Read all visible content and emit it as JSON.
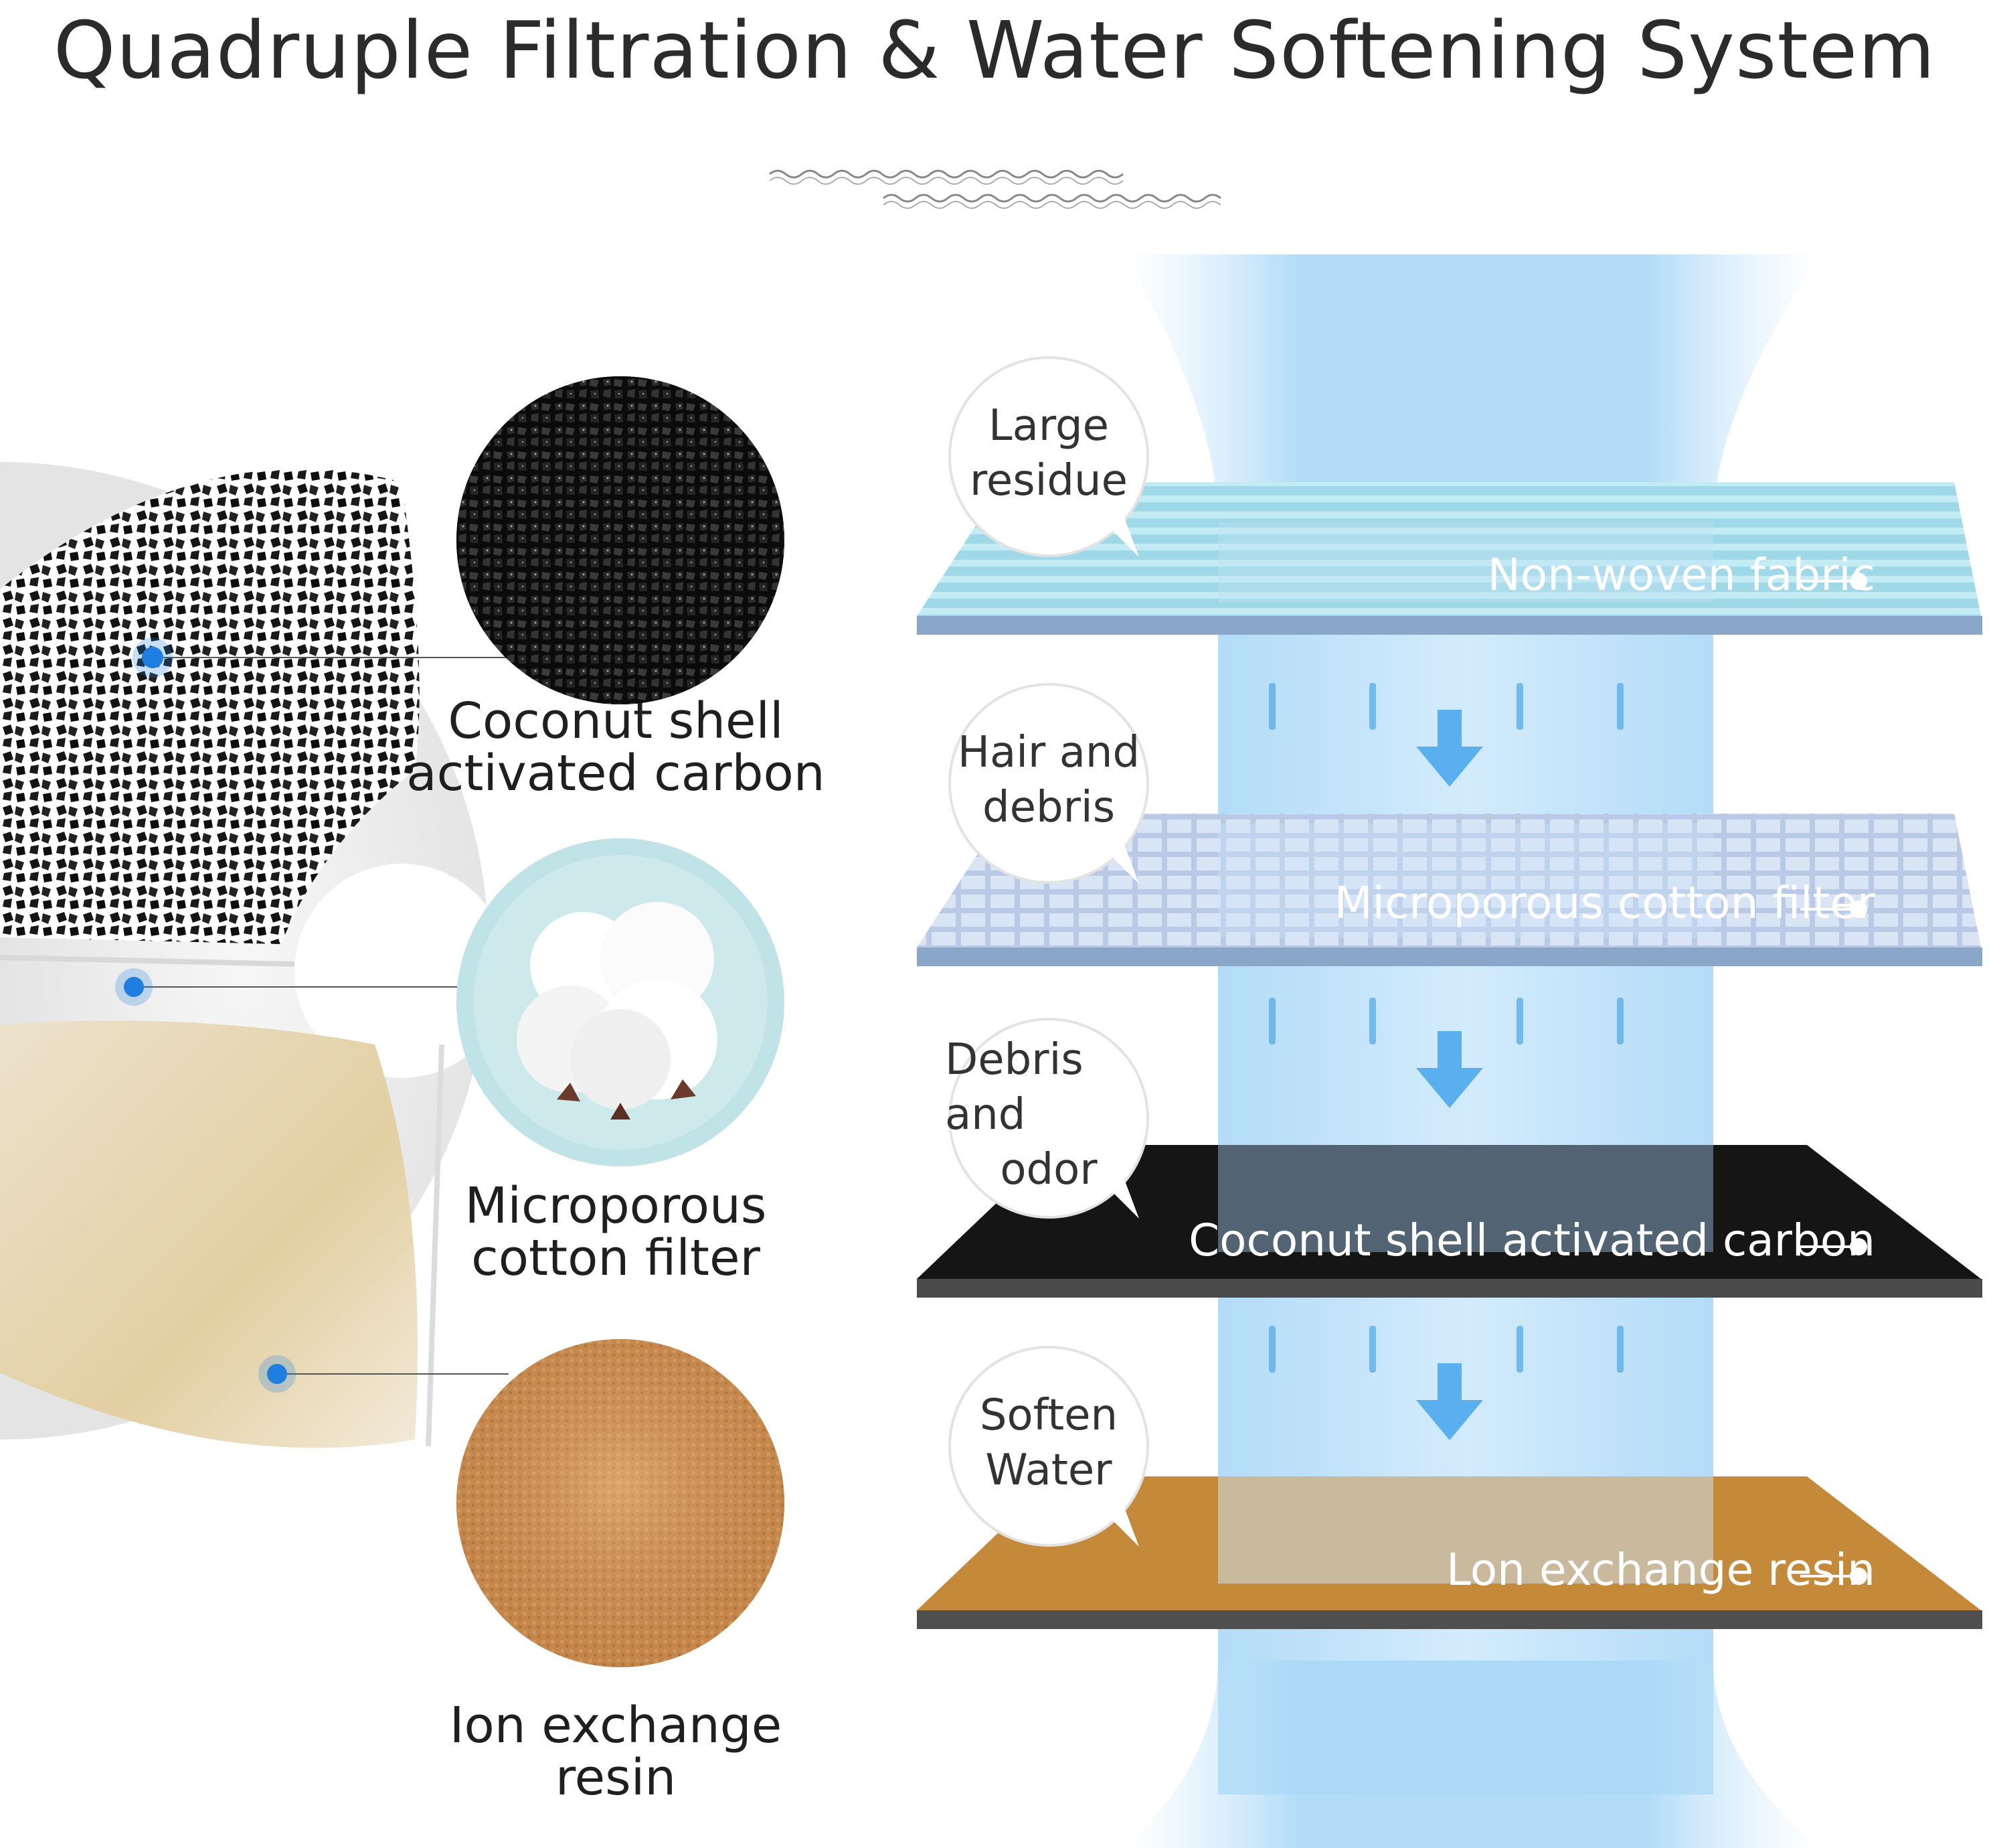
{
  "title": "Quadruple Filtration & Water Softening System",
  "materials": [
    {
      "label_line1": "Coconut shell",
      "label_line2": "activated carbon",
      "icon": "activated-carbon-granules"
    },
    {
      "label_line1": "Microporous",
      "label_line2": "cotton filter",
      "icon": "cotton-ball"
    },
    {
      "label_line1": "Ion exchange",
      "label_line2": "resin",
      "icon": "resin-beads"
    }
  ],
  "layers": [
    {
      "name": "Non-woven fabric",
      "bubble_line1": "Large",
      "bubble_line2": "residue",
      "color": "#8fd3df"
    },
    {
      "name": "Microporous cotton filter",
      "bubble_line1": "Hair and",
      "bubble_line2": "debris",
      "color": "#a9bbd8"
    },
    {
      "name": "Coconut shell activated carbon",
      "bubble_line1": "Debris and",
      "bubble_line2": "odor",
      "color": "#1c1c1c"
    },
    {
      "name": "Lon exchange resin",
      "bubble_line1": "Soften",
      "bubble_line2": "Water",
      "color": "#c48a3a"
    }
  ],
  "colors": {
    "water": "#8cc8f2",
    "arrow": "#5ab0ee",
    "dot": "#1f7fe0"
  }
}
